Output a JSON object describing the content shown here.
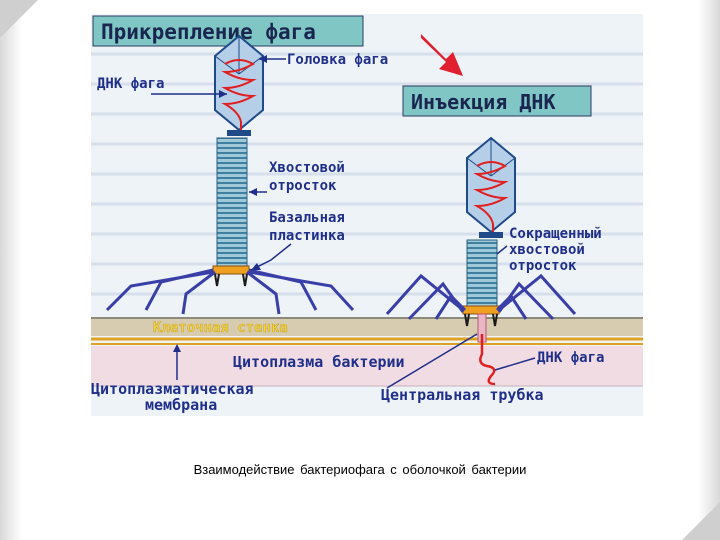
{
  "slide": {
    "caption": "Взаимодействие бактериофага с оболочкой бактерии"
  },
  "diagram": {
    "title_attach": "Прикрепление фага",
    "title_inject": "Инъекция ДНК",
    "label_head": "Головка фага",
    "label_dna": "ДНК фага",
    "label_tail_1": "Хвостовой",
    "label_tail_2": "отросток",
    "label_base_1": "Базальная",
    "label_base_2": "пластинка",
    "label_contracted_1": "Сокращенный",
    "label_contracted_2": "хвостовой",
    "label_contracted_3": "отросток",
    "label_wall": "Клеточная стенка",
    "label_cytoplasm": "Цитоплазма бактерии",
    "label_dna_injected": "ДНК фага",
    "label_membrane_1": "Цитоплазматическая",
    "label_membrane_2": "мембрана",
    "label_tube": "Центральная трубка"
  },
  "colors": {
    "label_box": "#7fc6c4",
    "phage_head": "#b6cfe8",
    "phage_outline": "#1e4a8a",
    "dna": "#e02020",
    "tail_fiber": "#3a3fa8",
    "wall": "#d8ccb0",
    "cytoplasm": "#f2dce4",
    "text_blue": "#1f2f8a"
  }
}
